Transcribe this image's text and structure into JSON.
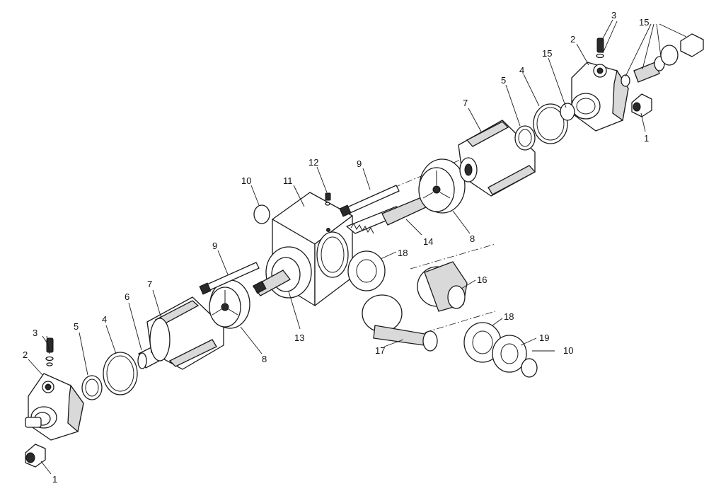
{
  "diagram": {
    "callouts": [
      {
        "id": "c1a",
        "text": "1"
      },
      {
        "id": "c1b",
        "text": "1"
      },
      {
        "id": "c2a",
        "text": "2"
      },
      {
        "id": "c2b",
        "text": "2"
      },
      {
        "id": "c3a",
        "text": "3"
      },
      {
        "id": "c3b",
        "text": "3"
      },
      {
        "id": "c4a",
        "text": "4"
      },
      {
        "id": "c4b",
        "text": "4"
      },
      {
        "id": "c5a",
        "text": "5"
      },
      {
        "id": "c5b",
        "text": "5"
      },
      {
        "id": "c6",
        "text": "6"
      },
      {
        "id": "c7a",
        "text": "7"
      },
      {
        "id": "c7b",
        "text": "7"
      },
      {
        "id": "c8a",
        "text": "8"
      },
      {
        "id": "c8b",
        "text": "8"
      },
      {
        "id": "c9a",
        "text": "9"
      },
      {
        "id": "c9b",
        "text": "9"
      },
      {
        "id": "c10a",
        "text": "10"
      },
      {
        "id": "c10b",
        "text": "10"
      },
      {
        "id": "c11",
        "text": "11"
      },
      {
        "id": "c12",
        "text": "12"
      },
      {
        "id": "c13",
        "text": "13"
      },
      {
        "id": "c14",
        "text": "14"
      },
      {
        "id": "c15a",
        "text": "15"
      },
      {
        "id": "c15b",
        "text": "15"
      },
      {
        "id": "c16",
        "text": "16"
      },
      {
        "id": "c17",
        "text": "17"
      },
      {
        "id": "c18a",
        "text": "18"
      },
      {
        "id": "c18b",
        "text": "18"
      },
      {
        "id": "c19",
        "text": "19"
      }
    ]
  }
}
